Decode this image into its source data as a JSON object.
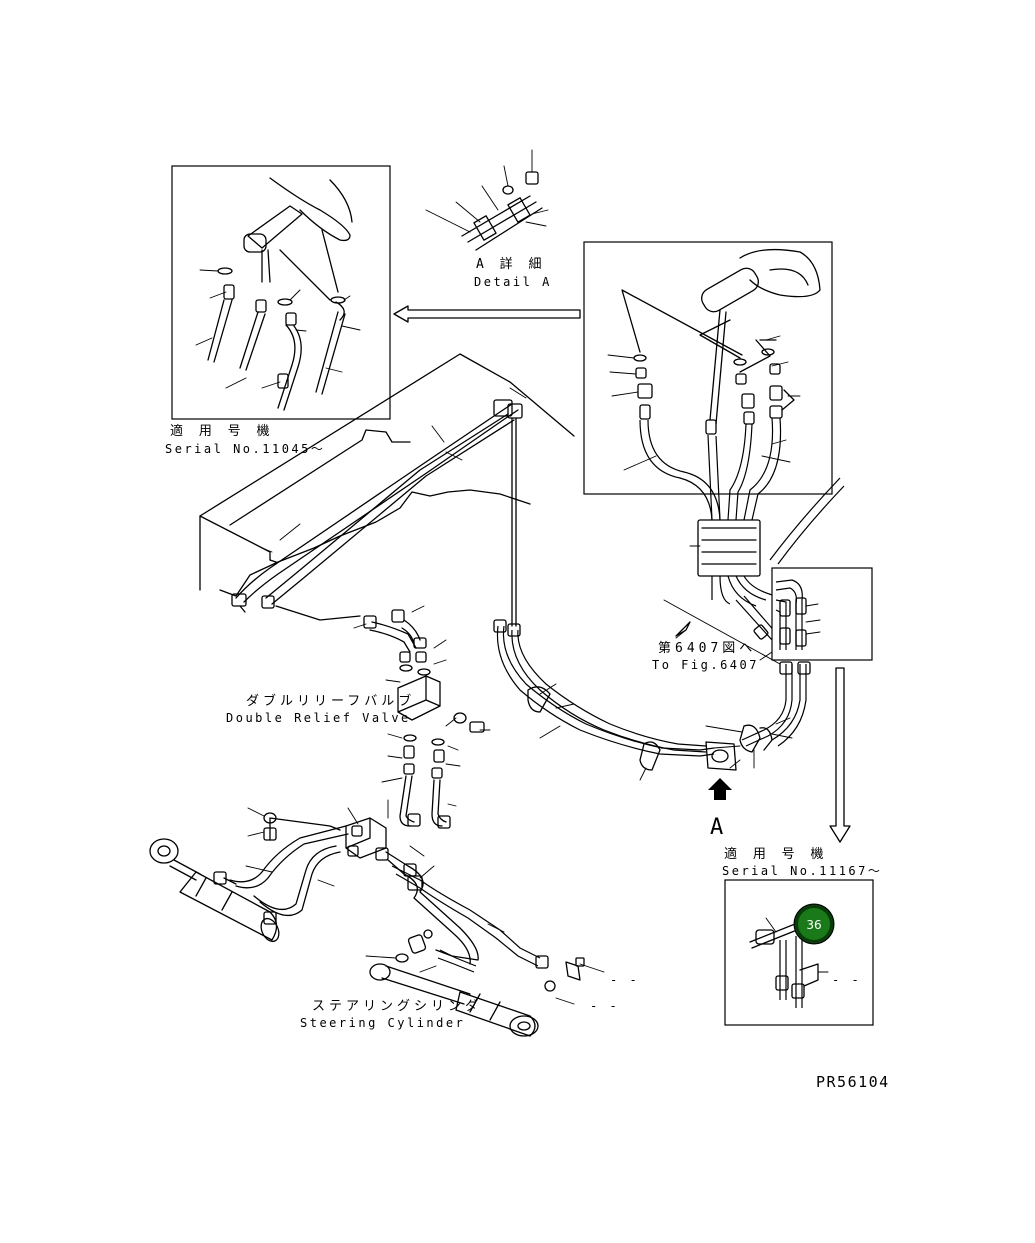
{
  "detail_a": {
    "label_jp": "A 詳 細",
    "label_en": "Detail A"
  },
  "serial_left": {
    "label_jp": "適 用 号 機",
    "label_en": "Serial No.11045～"
  },
  "serial_right": {
    "label_jp": "適 用 号 機",
    "label_en": "Serial No.11167～"
  },
  "fig_ref": {
    "label_jp": "第6407図へ",
    "label_en": "To Fig.6407"
  },
  "relief_valve": {
    "label_jp": "ダブルリリーフバルブ",
    "label_en": "Double Relief Valve"
  },
  "steering_cylinder": {
    "label_jp": "ステアリングシリンダ",
    "label_en": "Steering Cylinder"
  },
  "view_marker": {
    "label": "A"
  },
  "badge": {
    "label": "36",
    "color": "#1a7a1a"
  },
  "drawing_code": "PR56104",
  "dash_labels": [
    "- -",
    "- -",
    "- -"
  ]
}
